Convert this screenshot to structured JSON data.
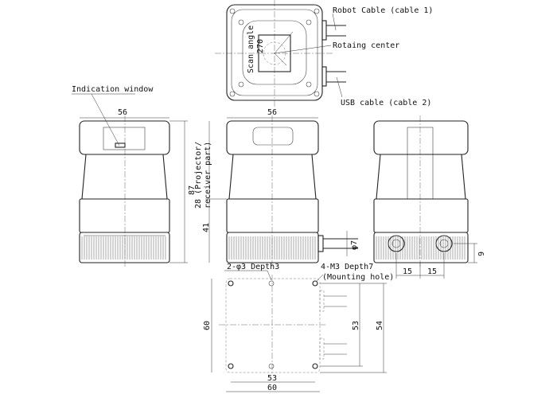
{
  "labels": {
    "robot_cable": "Robot Cable (cable 1)",
    "rotating_center": "Rotaing center",
    "usb_cable": "USB cable (cable 2)",
    "scan_angle": "Scan angle",
    "scan_angle_value": "270",
    "indication_window": "Indication window",
    "projector_part": "28 (Projector/",
    "projector_part_2": "receiver part)",
    "hole_spec": "2-φ3  Depth3",
    "mount_spec": "4-M3  Depth7",
    "mount_note": "(Mounting hole)",
    "cable_dia": "φ7"
  },
  "dimensions": {
    "front_width": "56",
    "side_width": "56",
    "height_total": "87",
    "height_base": "41",
    "hole_pitch_left": "15",
    "hole_pitch_right": "15",
    "hole_height": "9",
    "bottom_height": "60",
    "bottom_hole_v": "53",
    "bottom_depth": "54",
    "bottom_hole_h": "53",
    "bottom_width": "60"
  },
  "colors": {
    "line": "#222222",
    "background": "#ffffff"
  }
}
